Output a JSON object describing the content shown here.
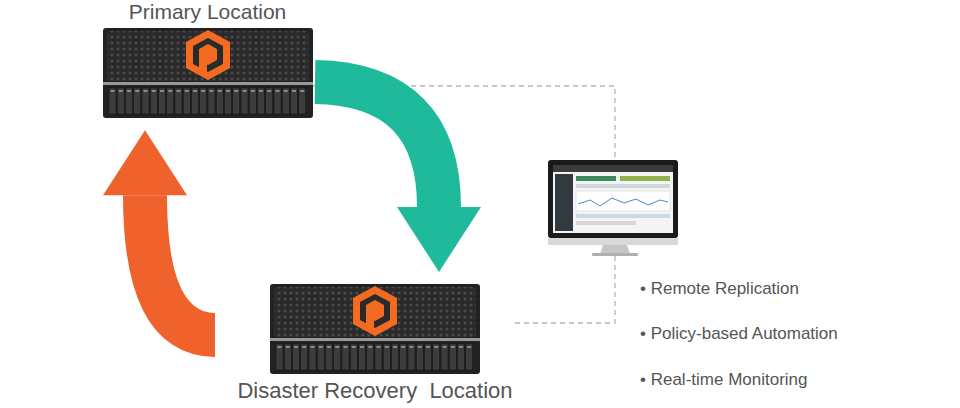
{
  "diagram": {
    "nodes": [
      {
        "text": [
          "Primary Location"
        ]
      },
      {
        "text": [
          "Disaster Recovery  Location"
        ]
      }
    ],
    "edges": [
      {
        "from": 0,
        "to": 1,
        "arrow": "to"
      },
      {
        "from": 1,
        "to": 0,
        "arrow": "to"
      }
    ],
    "labels": [
      "• Remote Replication",
      "• Policy-based Automation",
      "• Real-time Monitoring"
    ]
  }
}
